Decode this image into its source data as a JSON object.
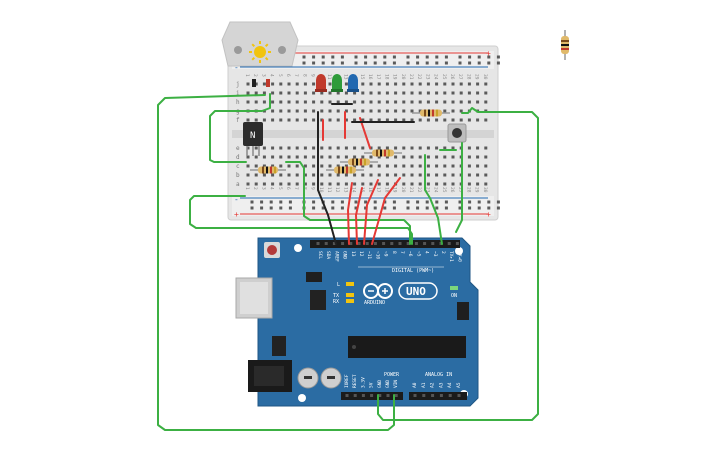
{
  "board": {
    "brand_small": "ARDUINO",
    "model": "UNO",
    "on_label": "ON",
    "tx_label": "TX",
    "rx_label": "RX",
    "l_label": "L",
    "digital_label": "DIGITAL (PWM~)",
    "power_label": "POWER",
    "analog_label": "ANALOG IN",
    "top_header_labels": [
      "SCL",
      "SDA",
      "AREF",
      "GND",
      "13",
      "12",
      "~11",
      "~10",
      "~9",
      "8",
      "7",
      "~6",
      "~5",
      "4",
      "~3",
      "2",
      "TX▸1",
      "RX◂0"
    ],
    "bottom_header_labels": [
      "IOREF",
      "RESET",
      "3.3V",
      "5V",
      "GND",
      "GND",
      "VIN",
      "A0",
      "A1",
      "A2",
      "A3",
      "A4",
      "A5"
    ]
  },
  "breadboard": {
    "row_letters_top": [
      "j",
      "i",
      "h",
      "g",
      "f"
    ],
    "row_letters_bottom": [
      "e",
      "d",
      "c",
      "b",
      "a"
    ],
    "column_numbers": [
      "1",
      "5",
      "10",
      "15",
      "20",
      "25",
      "30"
    ],
    "plus_label": "+",
    "minus_label": "-"
  },
  "transistor": {
    "label": "N"
  },
  "leds": [
    {
      "color_name": "red",
      "color": "#c0392b"
    },
    {
      "color_name": "green",
      "color": "#2e9b3a"
    },
    {
      "color_name": "blue",
      "color": "#2168b0"
    }
  ],
  "motor": {
    "icon": "sun-icon",
    "color": "#f1c40f"
  },
  "wire_colors": {
    "green": "#3cb043",
    "red": "#e53935",
    "black": "#222222"
  },
  "colors": {
    "board_blue": "#2b6ca3",
    "breadboard": "#e8e8e8"
  }
}
